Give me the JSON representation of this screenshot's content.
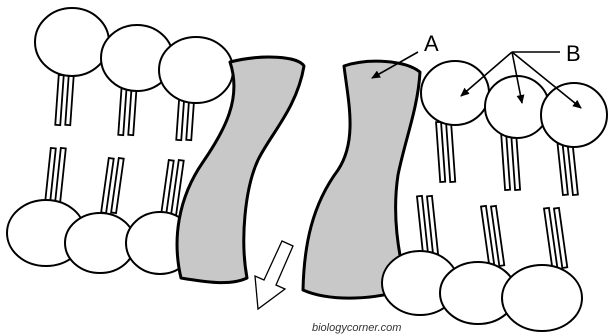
{
  "labels": {
    "a": "A",
    "b": "B"
  },
  "credit": "biologycorner.com",
  "colors": {
    "protein_fill": "#c8c8c8",
    "outline": "#000000",
    "head_fill": "#ffffff"
  }
}
